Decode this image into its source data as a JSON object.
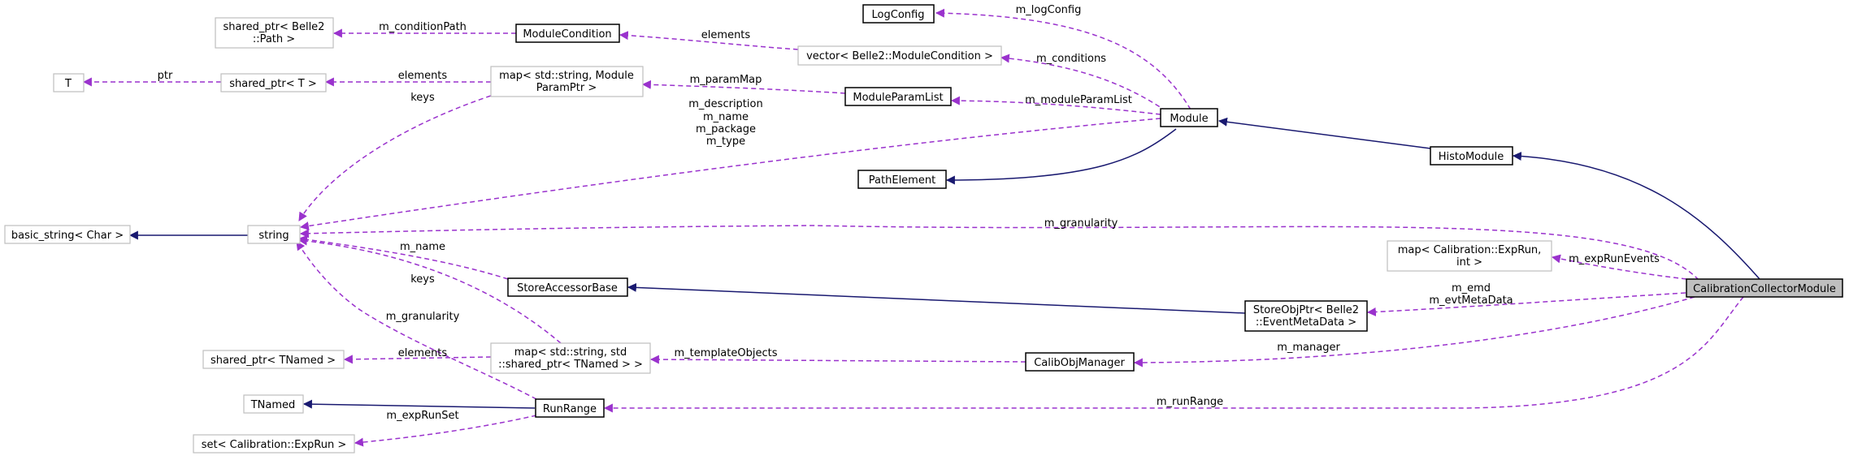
{
  "diagram": {
    "type": "collaboration-diagram",
    "colors": {
      "inheritance": "#191970",
      "member": "#9a32cd",
      "root_fill": "#bfbfbf",
      "external_border": "#bfbfbf",
      "documented_border": "#000000"
    },
    "nodes": {
      "calibration_collector_module": "CalibrationCollectorModule",
      "histo_module": "HistoModule",
      "module": "Module",
      "path_element": "PathElement",
      "log_config": "LogConfig",
      "vector_module_condition": "vector< Belle2::ModuleCondition >",
      "module_condition": "ModuleCondition",
      "shared_ptr_path": [
        "shared_ptr< Belle2",
        "::Path >"
      ],
      "module_param_list": "ModuleParamList",
      "map_module_param_ptr": [
        "map< std::string, Module",
        "ParamPtr >"
      ],
      "shared_ptr_t": "shared_ptr< T >",
      "t": "T",
      "string": "string",
      "basic_string": "basic_string< Char >",
      "map_exprun_int": [
        "map< Calibration::ExpRun,",
        "int >"
      ],
      "store_obj_ptr": [
        "StoreObjPtr< Belle2",
        "::EventMetaData >"
      ],
      "store_accessor_base": "StoreAccessorBase",
      "calib_obj_manager": "CalibObjManager",
      "map_tnamed": [
        "map< std::string, std",
        "::shared_ptr< TNamed > >"
      ],
      "shared_ptr_tnamed": "shared_ptr< TNamed >",
      "run_range": "RunRange",
      "tnamed": "TNamed",
      "set_exprun": "set< Calibration::ExpRun >"
    },
    "edge_labels": {
      "m_log_config": "m_logConfig",
      "m_conditions": "m_conditions",
      "elements_conditions": "elements",
      "m_condition_path": "m_conditionPath",
      "m_param_map": "m_paramMap",
      "m_module_param_list": "m_moduleParamList",
      "elements_param": "elements",
      "ptr": "ptr",
      "keys_param": "keys",
      "module_strings": [
        "m_description",
        "m_name",
        "m_package",
        "m_type"
      ],
      "m_granularity_top": "m_granularity",
      "m_exp_run_events": "m_expRunEvents",
      "m_emd": [
        "m_emd",
        "m_evtMetaData"
      ],
      "m_name": "m_name",
      "keys_tnamed": "keys",
      "m_granularity_left": "m_granularity",
      "elements_tnamed": "elements",
      "m_template_objects": "m_templateObjects",
      "m_manager": "m_manager",
      "m_run_range": "m_runRange",
      "m_exp_run_set": "m_expRunSet"
    }
  }
}
